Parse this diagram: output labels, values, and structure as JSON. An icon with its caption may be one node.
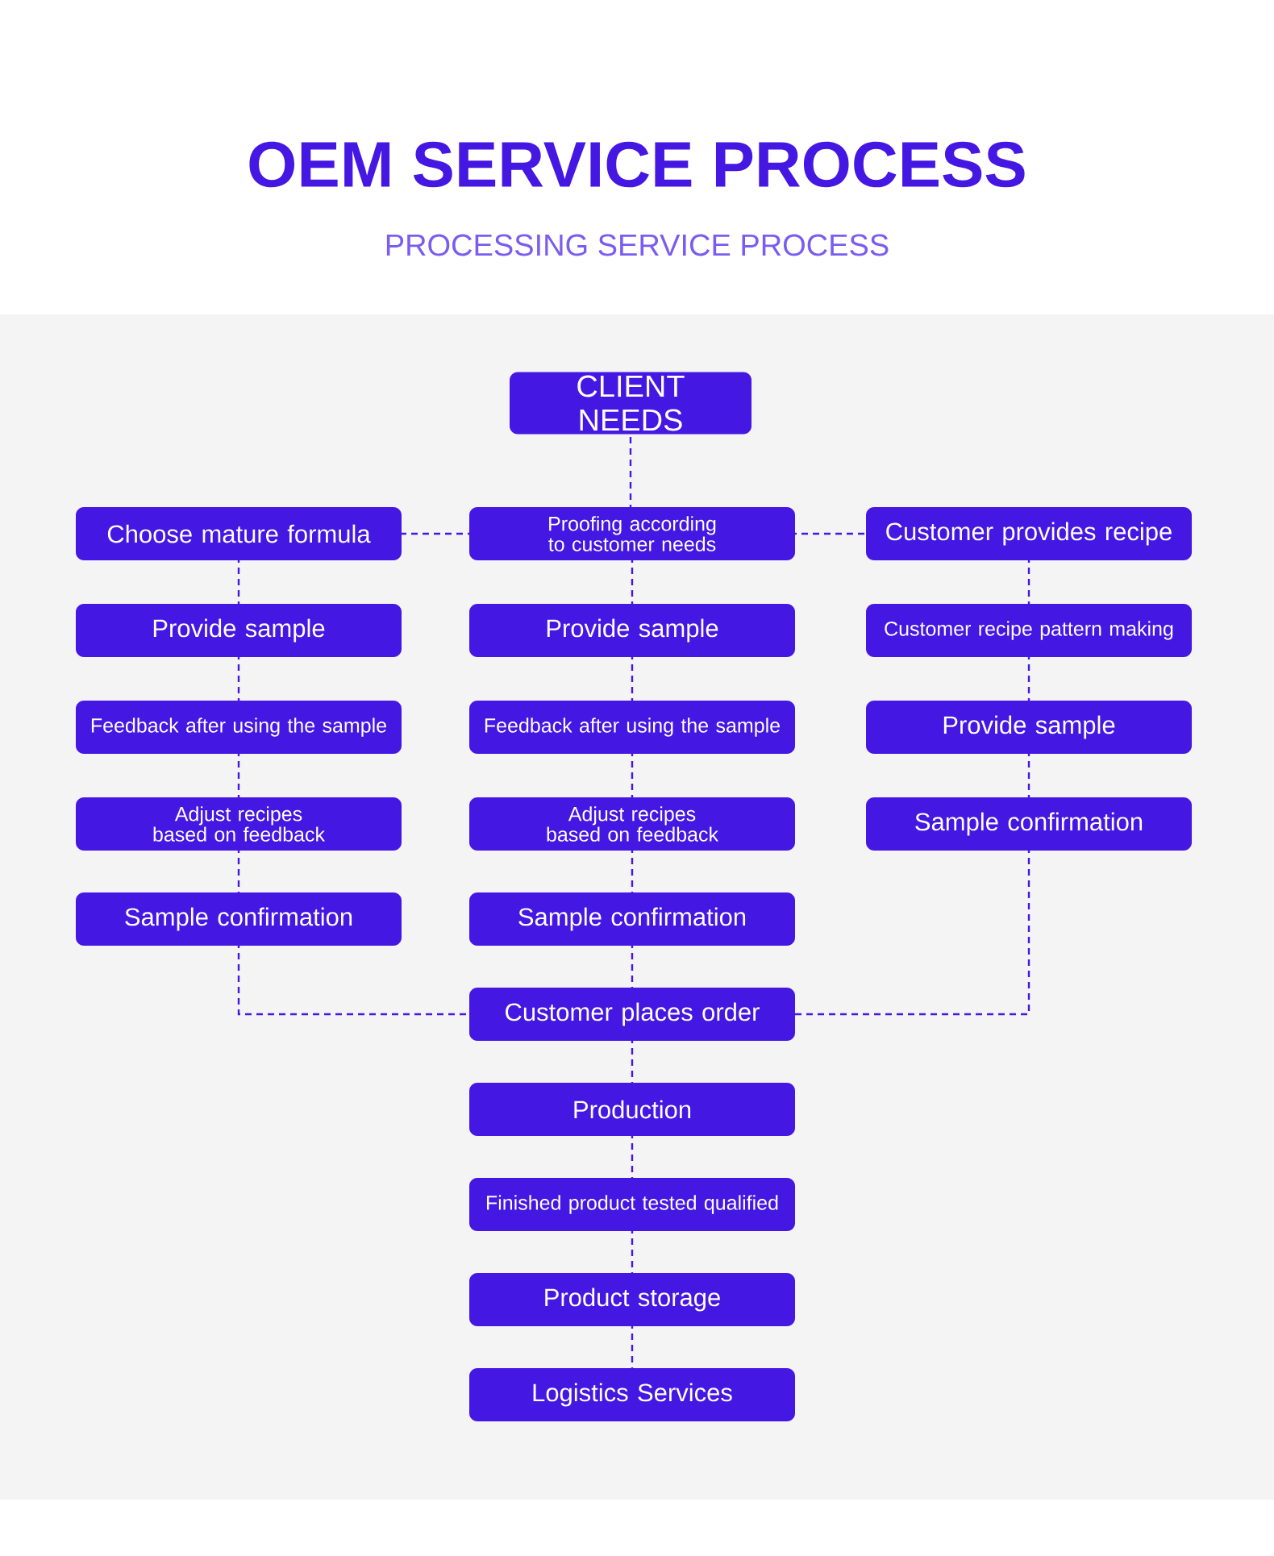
{
  "diagram": {
    "title": "OEM SERVICE PROCESS",
    "caption": "PROCESSING SERVICE PROCESS",
    "nodes": [
      {
        "text": [
          "CLIENT NEEDS"
        ]
      },
      {
        "text": [
          "Choose mature formula"
        ]
      },
      {
        "text": [
          "Proofing according to customer needs"
        ]
      },
      {
        "text": [
          "Customer provides recipe"
        ]
      },
      {
        "text": [
          "Provide sample"
        ]
      },
      {
        "text": [
          "Provide sample"
        ]
      },
      {
        "text": [
          "Customer recipe pattern making"
        ]
      },
      {
        "text": [
          "Feedback after using the sample"
        ]
      },
      {
        "text": [
          "Feedback after using the sample"
        ]
      },
      {
        "text": [
          "Provide sample"
        ]
      },
      {
        "text": [
          "Adjust recipes based on feedback"
        ]
      },
      {
        "text": [
          "Adjust recipes based on feedback"
        ]
      },
      {
        "text": [
          "Sample confirmation"
        ]
      },
      {
        "text": [
          "Sample confirmation"
        ]
      },
      {
        "text": [
          "Sample confirmation"
        ]
      },
      {
        "text": [
          "Customer places order"
        ]
      },
      {
        "text": [
          "Production"
        ]
      },
      {
        "text": [
          "Finished product tested qualified"
        ]
      },
      {
        "text": [
          "Product storage"
        ]
      },
      {
        "text": [
          "Logistics Services"
        ]
      }
    ],
    "edges": [
      {
        "from": 0,
        "to": 2,
        "arrow": "none"
      },
      {
        "from": 2,
        "to": 1,
        "arrow": "none"
      },
      {
        "from": 2,
        "to": 3,
        "arrow": "none"
      },
      {
        "from": 1,
        "to": 4,
        "arrow": "none"
      },
      {
        "from": 4,
        "to": 7,
        "arrow": "none"
      },
      {
        "from": 7,
        "to": 10,
        "arrow": "none"
      },
      {
        "from": 10,
        "to": 13,
        "arrow": "none"
      },
      {
        "from": 2,
        "to": 5,
        "arrow": "none"
      },
      {
        "from": 5,
        "to": 8,
        "arrow": "none"
      },
      {
        "from": 8,
        "to": 11,
        "arrow": "none"
      },
      {
        "from": 11,
        "to": 14,
        "arrow": "none"
      },
      {
        "from": 3,
        "to": 6,
        "arrow": "none"
      },
      {
        "from": 6,
        "to": 9,
        "arrow": "none"
      },
      {
        "from": 9,
        "to": 12,
        "arrow": "none"
      },
      {
        "from": 13,
        "to": 15,
        "arrow": "none"
      },
      {
        "from": 14,
        "to": 15,
        "arrow": "none"
      },
      {
        "from": 12,
        "to": 15,
        "arrow": "none"
      },
      {
        "from": 15,
        "to": 16,
        "arrow": "none"
      },
      {
        "from": 16,
        "to": 17,
        "arrow": "none"
      },
      {
        "from": 17,
        "to": 18,
        "arrow": "none"
      },
      {
        "from": 18,
        "to": 19,
        "arrow": "none"
      }
    ]
  }
}
